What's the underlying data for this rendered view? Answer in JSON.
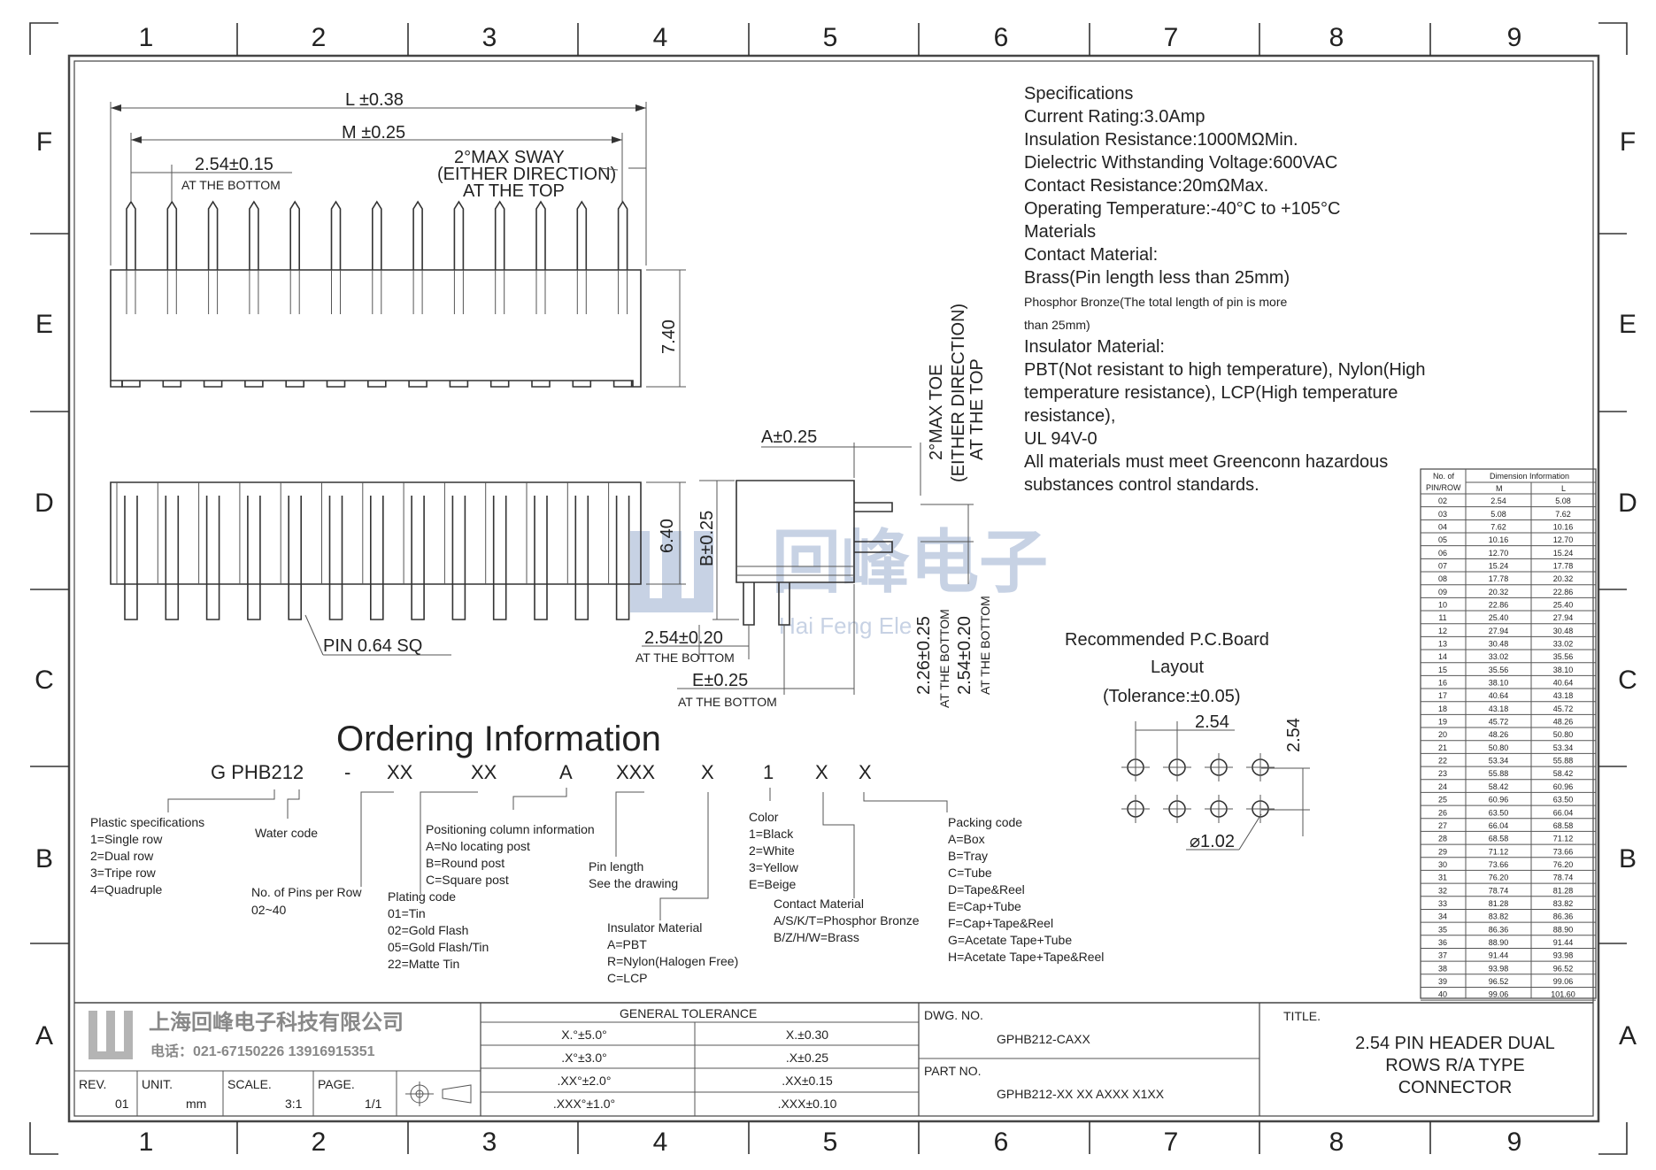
{
  "grid": {
    "columns": [
      "1",
      "2",
      "3",
      "4",
      "5",
      "6",
      "7",
      "8",
      "9"
    ],
    "rows": [
      "F",
      "E",
      "D",
      "C",
      "B",
      "A"
    ]
  },
  "specs": {
    "lines": [
      "Specifications",
      "Current Rating:3.0Amp",
      "Insulation Resistance:1000MΩMin.",
      "Dielectric Withstanding Voltage:600VAC",
      "Contact Resistance:20mΩMax.",
      "Operating Temperature:-40°C to +105°C",
      "Materials",
      "Contact Material:",
      "Brass(Pin length less than 25mm)",
      "Phosphor Bronze(The total length of pin is more",
      "than 25mm)",
      "Insulator Material:",
      "PBT(Not resistant to high temperature),  Nylon(High",
      "temperature resistance), LCP(High temperature",
      "resistance),",
      "UL 94V-0",
      "All materials must meet Greenconn hazardous",
      "substances control standards."
    ]
  },
  "top_view": {
    "l_dim": "L ±0.38",
    "m_dim": "M ±0.25",
    "pitch": "2.54±0.15",
    "pitch_note": "AT THE BOTTOM",
    "sway_1": "2°MAX SWAY",
    "sway_2": "(EITHER DIRECTION)",
    "sway_3": "AT THE TOP",
    "height": "7.40"
  },
  "front_view": {
    "height": "6.40",
    "pin": "PIN 0.64 SQ"
  },
  "side_view": {
    "a_dim": "A±0.25",
    "b_dim": "B±0.25",
    "toe_1": "2°MAX TOE",
    "toe_2": "(EITHER DIRECTION)",
    "toe_3": "AT THE TOP",
    "d1": "2.54±0.20",
    "d1_note": "AT THE BOTTOM",
    "e_dim": "E±0.25",
    "e_note": "AT THE BOTTOM",
    "v1": "2.26±0.25",
    "v1_note": "AT THE BOTTOM",
    "v2": "2.54±0.20",
    "v2_note": "AT THE BOTTOM"
  },
  "watermark": {
    "cn": "回峰电子",
    "en": "Hai Feng Ele"
  },
  "pcb": {
    "title_1": "Recommended P.C.Board",
    "title_2": "Layout",
    "title_3": "(Tolerance:±0.05)",
    "pitch_x": "2.54",
    "pitch_y": "2.54",
    "hole": "⌀1.02"
  },
  "dim_table": {
    "header_col1": "No. of",
    "header_col1b": "PIN/ROW",
    "header_group": "Dimension Information",
    "header_m": "M",
    "header_l": "L",
    "rows": [
      [
        "02",
        "2.54",
        "5.08"
      ],
      [
        "03",
        "5.08",
        "7.62"
      ],
      [
        "04",
        "7.62",
        "10.16"
      ],
      [
        "05",
        "10.16",
        "12.70"
      ],
      [
        "06",
        "12.70",
        "15.24"
      ],
      [
        "07",
        "15.24",
        "17.78"
      ],
      [
        "08",
        "17.78",
        "20.32"
      ],
      [
        "09",
        "20.32",
        "22.86"
      ],
      [
        "10",
        "22.86",
        "25.40"
      ],
      [
        "11",
        "25.40",
        "27.94"
      ],
      [
        "12",
        "27.94",
        "30.48"
      ],
      [
        "13",
        "30.48",
        "33.02"
      ],
      [
        "14",
        "33.02",
        "35.56"
      ],
      [
        "15",
        "35.56",
        "38.10"
      ],
      [
        "16",
        "38.10",
        "40.64"
      ],
      [
        "17",
        "40.64",
        "43.18"
      ],
      [
        "18",
        "43.18",
        "45.72"
      ],
      [
        "19",
        "45.72",
        "48.26"
      ],
      [
        "20",
        "48.26",
        "50.80"
      ],
      [
        "21",
        "50.80",
        "53.34"
      ],
      [
        "22",
        "53.34",
        "55.88"
      ],
      [
        "23",
        "55.88",
        "58.42"
      ],
      [
        "24",
        "58.42",
        "60.96"
      ],
      [
        "25",
        "60.96",
        "63.50"
      ],
      [
        "26",
        "63.50",
        "66.04"
      ],
      [
        "27",
        "66.04",
        "68.58"
      ],
      [
        "28",
        "68.58",
        "71.12"
      ],
      [
        "29",
        "71.12",
        "73.66"
      ],
      [
        "30",
        "73.66",
        "76.20"
      ],
      [
        "31",
        "76.20",
        "78.74"
      ],
      [
        "32",
        "78.74",
        "81.28"
      ],
      [
        "33",
        "81.28",
        "83.82"
      ],
      [
        "34",
        "83.82",
        "86.36"
      ],
      [
        "35",
        "86.36",
        "88.90"
      ],
      [
        "36",
        "88.90",
        "91.44"
      ],
      [
        "37",
        "91.44",
        "93.98"
      ],
      [
        "38",
        "93.98",
        "96.52"
      ],
      [
        "39",
        "96.52",
        "99.06"
      ],
      [
        "40",
        "99.06",
        "101.60"
      ]
    ]
  },
  "ordering": {
    "title": "Ordering Information",
    "code_parts": [
      "G PHB212",
      "-",
      "XX",
      "XX",
      "A",
      "XXX",
      "X",
      "1",
      "X",
      "X"
    ],
    "plastic": [
      "Plastic specifications",
      "1=Single row",
      "2=Dual row",
      "3=Tripe row",
      "4=Quadruple"
    ],
    "water": "Water code",
    "pins_row": [
      "No. of Pins per Row",
      "02~40"
    ],
    "plating": [
      "Plating code",
      "01=Tin",
      "02=Gold Flash",
      "05=Gold Flash/Tin",
      "22=Matte Tin"
    ],
    "positioning": [
      "Positioning column information",
      "A=No locating post",
      "B=Round post",
      "C=Square post"
    ],
    "pin_length": [
      "Pin length",
      "See the drawing"
    ],
    "insulator": [
      "Insulator Material",
      "A=PBT",
      "R=Nylon(Halogen Free)",
      "C=LCP"
    ],
    "color": [
      "Color",
      "1=Black",
      "2=White",
      "3=Yellow",
      "E=Beige"
    ],
    "contact": [
      "Contact Material",
      "A/S/K/T=Phosphor Bronze",
      "B/Z/H/W=Brass"
    ],
    "packing": [
      "Packing code",
      "A=Box",
      "B=Tray",
      "C=Tube",
      "D=Tape&Reel",
      "E=Cap+Tube",
      "F=Cap+Tape&Reel",
      "G=Acetate Tape+Tube",
      "H=Acetate Tape+Tape&Reel"
    ]
  },
  "title_block": {
    "company_cn": "上海回峰电子科技有限公司",
    "phone": "电话：021-67150226  13916915351",
    "rev_label": "REV.",
    "rev": "01",
    "unit_label": "UNIT.",
    "unit": "mm",
    "scale_label": "SCALE.",
    "scale": "3:1",
    "page_label": "PAGE.",
    "page": "1/1",
    "tolerance_title": "GENERAL TOLERANCE",
    "tolerances": [
      [
        "X.°±5.0°",
        "X.±0.30"
      ],
      [
        ".X°±3.0°",
        ".X±0.25"
      ],
      [
        ".XX°±2.0°",
        ".XX±0.15"
      ],
      [
        ".XXX°±1.0°",
        ".XXX±0.10"
      ]
    ],
    "dwg_label": "DWG. NO.",
    "dwg_no": "GPHB212-CAXX",
    "part_label": "PART NO.",
    "part_no": "GPHB212-XX XX AXXX X1XX",
    "title_label": "TITLE.",
    "title_lines": [
      "2.54 PIN HEADER DUAL",
      "ROWS R/A TYPE",
      "CONNECTOR"
    ]
  }
}
